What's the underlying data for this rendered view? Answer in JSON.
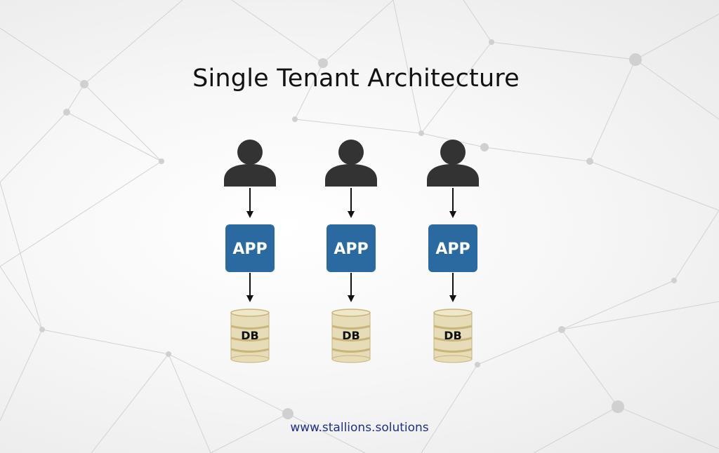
{
  "title": "Single Tenant Architecture",
  "footer": "www.stallions.solutions",
  "tenants": [
    {
      "app_label": "APP",
      "db_label": "DB"
    },
    {
      "app_label": "APP",
      "db_label": "DB"
    },
    {
      "app_label": "APP",
      "db_label": "DB"
    }
  ],
  "colors": {
    "user_icon": "#333333",
    "app_box": "#2a6aa0",
    "db_body": "#e6dcb8",
    "db_band": "#c9b47a",
    "arrow": "#111111",
    "footer_text": "#1f2f8a"
  },
  "icons": [
    "user-icon",
    "arrow-down-icon",
    "database-icon"
  ]
}
